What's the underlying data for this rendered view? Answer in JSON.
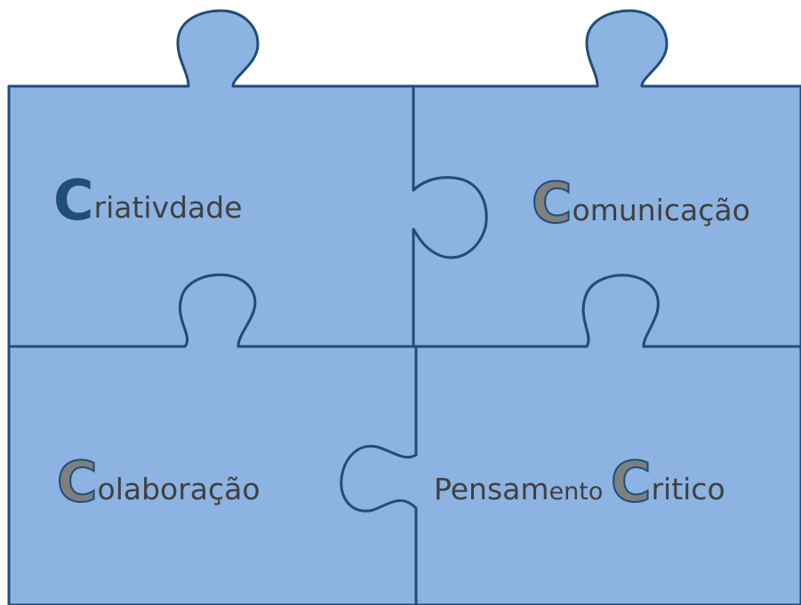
{
  "pieces": [
    {
      "initial": "C",
      "rest": "riativdade",
      "style": "solid"
    },
    {
      "initial": "C",
      "rest": "omunicação",
      "style": "outlined"
    },
    {
      "initial": "C",
      "rest": "olaboração",
      "style": "outlined"
    },
    {
      "prefix": "Pensam",
      "prefix_small": "ento ",
      "initial": "C",
      "rest": "ritico",
      "style": "outlined"
    }
  ],
  "colors": {
    "piece_fill": "#8db3e2",
    "piece_stroke": "#1f4e79",
    "text": "#404040",
    "initial_solid": "#1f4e79",
    "initial_outline_fill": "#7f7f7f"
  }
}
